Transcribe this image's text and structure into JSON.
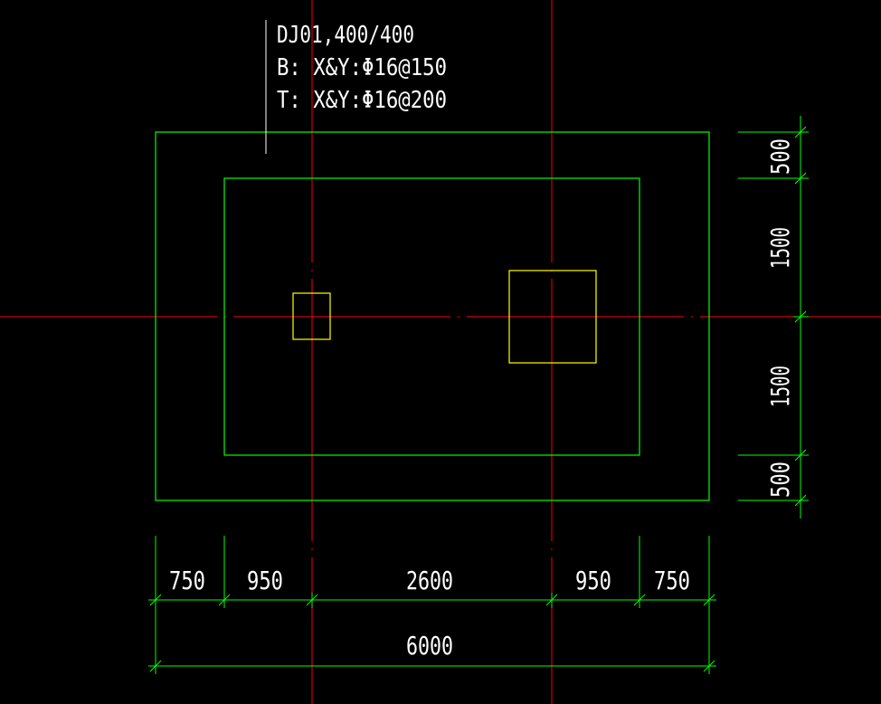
{
  "colors": {
    "background": "#000000",
    "axis": "#ff0000",
    "outline": "#00ff00",
    "column": "#ffff00",
    "text": "#ffffff"
  },
  "label": {
    "line1": "DJ01,400/400",
    "line2": "B:  X&Y:Φ16@150",
    "line3": "T:  X&Y:Φ16@200"
  },
  "dimensions": {
    "horizontal": [
      "750",
      "950",
      "2600",
      "950",
      "750"
    ],
    "total": "6000",
    "vertical": [
      "500",
      "1500",
      "1500",
      "500"
    ]
  }
}
